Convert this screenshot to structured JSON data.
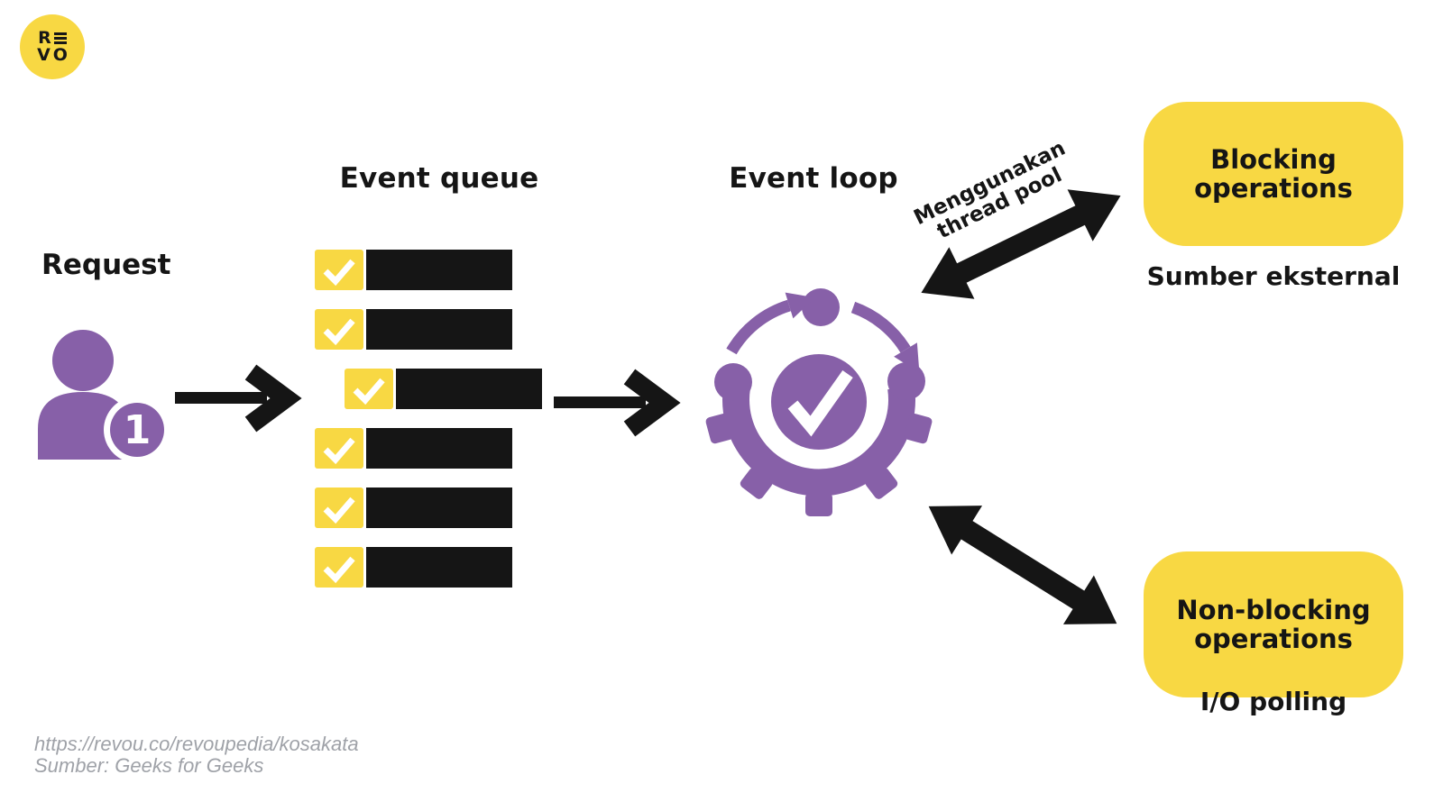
{
  "colors": {
    "background": "#FFFFFF",
    "yellow": "#F8D843",
    "purple": "#8760A8",
    "ink": "#151515",
    "gray": "#9FA2A8"
  },
  "logo": {
    "letter_r": "R",
    "letter_v": "V",
    "letter_o": "O"
  },
  "nodes": {
    "request": {
      "label": "Request",
      "badge": "1"
    },
    "event_queue": {
      "label": "Event queue",
      "rows": [
        {
          "indented": false
        },
        {
          "indented": false
        },
        {
          "indented": true
        },
        {
          "indented": false
        },
        {
          "indented": false
        },
        {
          "indented": false
        }
      ]
    },
    "event_loop": {
      "label": "Event loop"
    },
    "blocking": {
      "label": "Blocking operations",
      "caption": "Sumber eksternal"
    },
    "non_blocking": {
      "label": "Non-blocking operations",
      "caption": "I/O polling"
    }
  },
  "annotations": {
    "thread_pool_line1": "Menggunakan",
    "thread_pool_line2": "thread pool"
  },
  "footer": {
    "url": "https://revou.co/revoupedia/kosakata",
    "source": "Sumber: Geeks for Geeks"
  }
}
